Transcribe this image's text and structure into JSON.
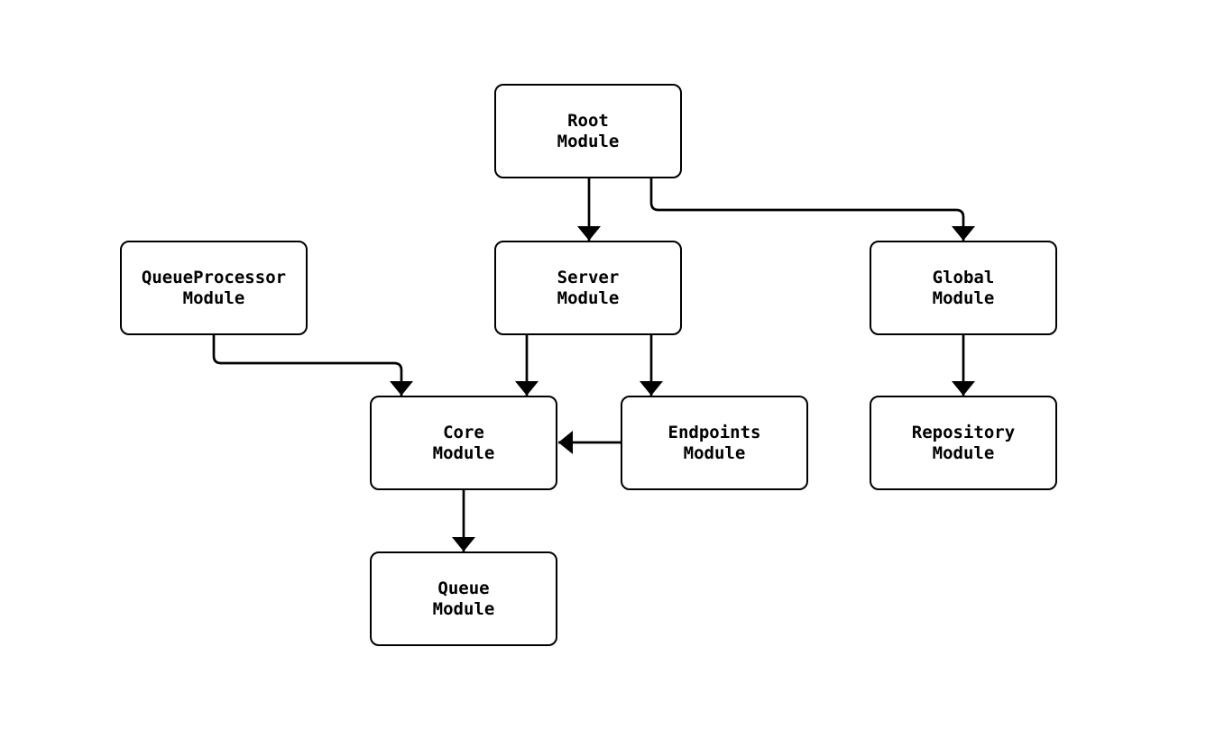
{
  "diagram": {
    "type": "flowchart",
    "direction": "top-down",
    "background": "#ffffff",
    "nodes": {
      "root": {
        "label": "Root\nModule"
      },
      "server": {
        "label": "Server\nModule"
      },
      "queueprocessor": {
        "label": "QueueProcessor\nModule"
      },
      "global": {
        "label": "Global\nModule"
      },
      "core": {
        "label": "Core\nModule"
      },
      "endpoints": {
        "label": "Endpoints\nModule"
      },
      "repository": {
        "label": "Repository\nModule"
      },
      "queue": {
        "label": "Queue\nModule"
      }
    },
    "edges": [
      {
        "from": "Root Module",
        "to": "Server Module"
      },
      {
        "from": "Root Module",
        "to": "Global Module"
      },
      {
        "from": "QueueProcessor Module",
        "to": "Core Module"
      },
      {
        "from": "Server Module",
        "to": "Core Module"
      },
      {
        "from": "Server Module",
        "to": "Endpoints Module"
      },
      {
        "from": "Endpoints Module",
        "to": "Core Module"
      },
      {
        "from": "Global Module",
        "to": "Repository Module"
      },
      {
        "from": "Core Module",
        "to": "Queue Module"
      }
    ],
    "colors": {
      "node_border": "#000000",
      "node_fill": "#ffffff",
      "edge": "#000000",
      "text": "#000000",
      "background": "#ffffff"
    }
  }
}
